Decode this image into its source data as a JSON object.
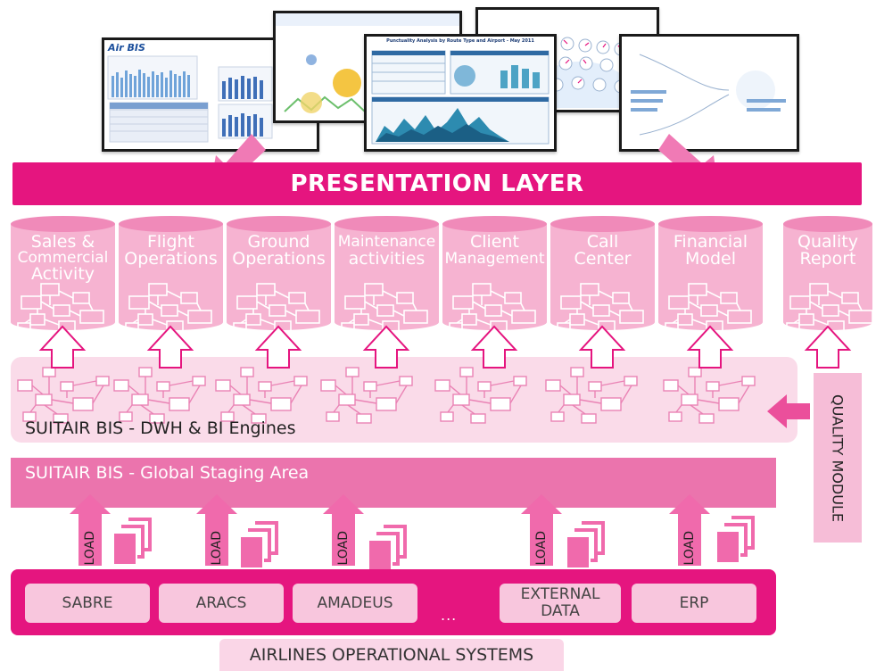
{
  "presentation_layer": {
    "label": "PRESENTATION LAYER"
  },
  "screenshots": {
    "airbis_title": "Air BIS",
    "punctuality_title": "Punctuality Analysis by Route Type and Airport - May 2011"
  },
  "data_marts": [
    {
      "lines": [
        "Sales &",
        "Commercial",
        "Activity"
      ]
    },
    {
      "lines": [
        "Flight",
        "Operations"
      ]
    },
    {
      "lines": [
        "Ground",
        "Operations"
      ]
    },
    {
      "lines": [
        "Maintenance",
        "activities"
      ]
    },
    {
      "lines": [
        "Client",
        "Management"
      ]
    },
    {
      "lines": [
        "Call",
        "Center"
      ]
    },
    {
      "lines": [
        "Financial",
        "Model"
      ]
    },
    {
      "lines": [
        "Quality",
        "Report"
      ]
    }
  ],
  "engines": {
    "label": "SUITAIR BIS - DWH & BI Engines"
  },
  "staging": {
    "label": "SUITAIR BIS - Global Staging Area"
  },
  "quality_module": {
    "label": "QUALITY MODULE"
  },
  "load_label": "LOAD",
  "sources": [
    {
      "label": "SABRE"
    },
    {
      "label": "ARACS"
    },
    {
      "label": "AMADEUS"
    },
    {
      "lines": [
        "EXTERNAL",
        "DATA"
      ]
    },
    {
      "label": "ERP"
    }
  ],
  "ellipsis": "...",
  "footer": {
    "label": "AIRLINES OPERATIONAL SYSTEMS"
  },
  "colors": {
    "magenta": "#e5157f",
    "pink_light": "#f6b3d1",
    "pink_pale": "#fadbe9"
  }
}
